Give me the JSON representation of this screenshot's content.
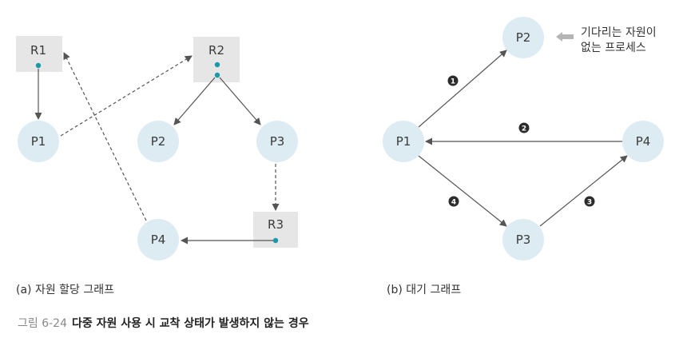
{
  "diagram_a": {
    "resources": [
      "R1",
      "R2",
      "R3"
    ],
    "processes": [
      "P1",
      "P2",
      "P3",
      "P4"
    ],
    "caption": "(a) 자원 할당 그래프"
  },
  "diagram_b": {
    "processes": [
      "P1",
      "P2",
      "P3",
      "P4"
    ],
    "edge_numbers": [
      "1",
      "2",
      "3",
      "4"
    ],
    "note_line1": "기다리는 자원이",
    "note_line2": "없는 프로세스",
    "caption": "(b) 대기 그래프"
  },
  "figure": {
    "number": "그림 6-24",
    "title": "다중 자원 사용 시 교착 상태가 발생하지 않는 경우"
  },
  "colors": {
    "process_fill": "#dcecf2",
    "resource_fill": "#e6e6e6",
    "dot": "#1a9aa8",
    "edge": "#555555",
    "badge": "#2b2b2b",
    "note_arrow": "#b5b5b5"
  }
}
